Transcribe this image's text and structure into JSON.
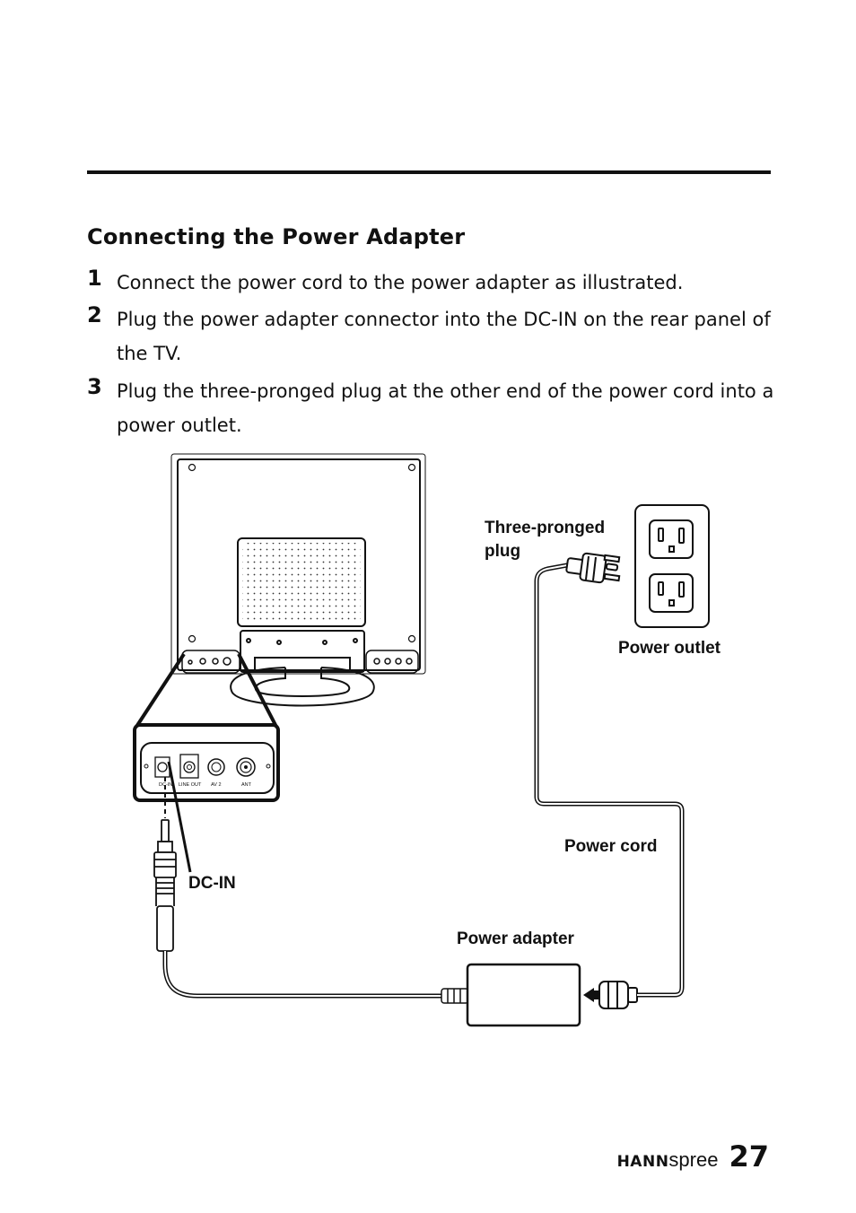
{
  "section_title": "Connecting the Power Adapter",
  "steps": [
    {
      "num": "1",
      "text": "Connect the power cord to the power adapter as illustrated."
    },
    {
      "num": "2",
      "text": "Plug the power adapter connector into the DC-IN on the rear panel of the TV."
    },
    {
      "num": "3",
      "text": "Plug the three-pronged plug at the other end of the power cord into a power outlet."
    }
  ],
  "diagram": {
    "labels": {
      "three_pronged_plug": "Three-pronged plug",
      "power_outlet": "Power outlet",
      "power_cord": "Power cord",
      "dc_in": "DC-IN",
      "power_adapter": "Power adapter"
    },
    "port_labels": [
      "DC-IN",
      "LINE OUT",
      "AV 2",
      "ANT"
    ]
  },
  "footer": {
    "brand_bold": "HANN",
    "brand_light": "spree",
    "page_number": "27"
  }
}
